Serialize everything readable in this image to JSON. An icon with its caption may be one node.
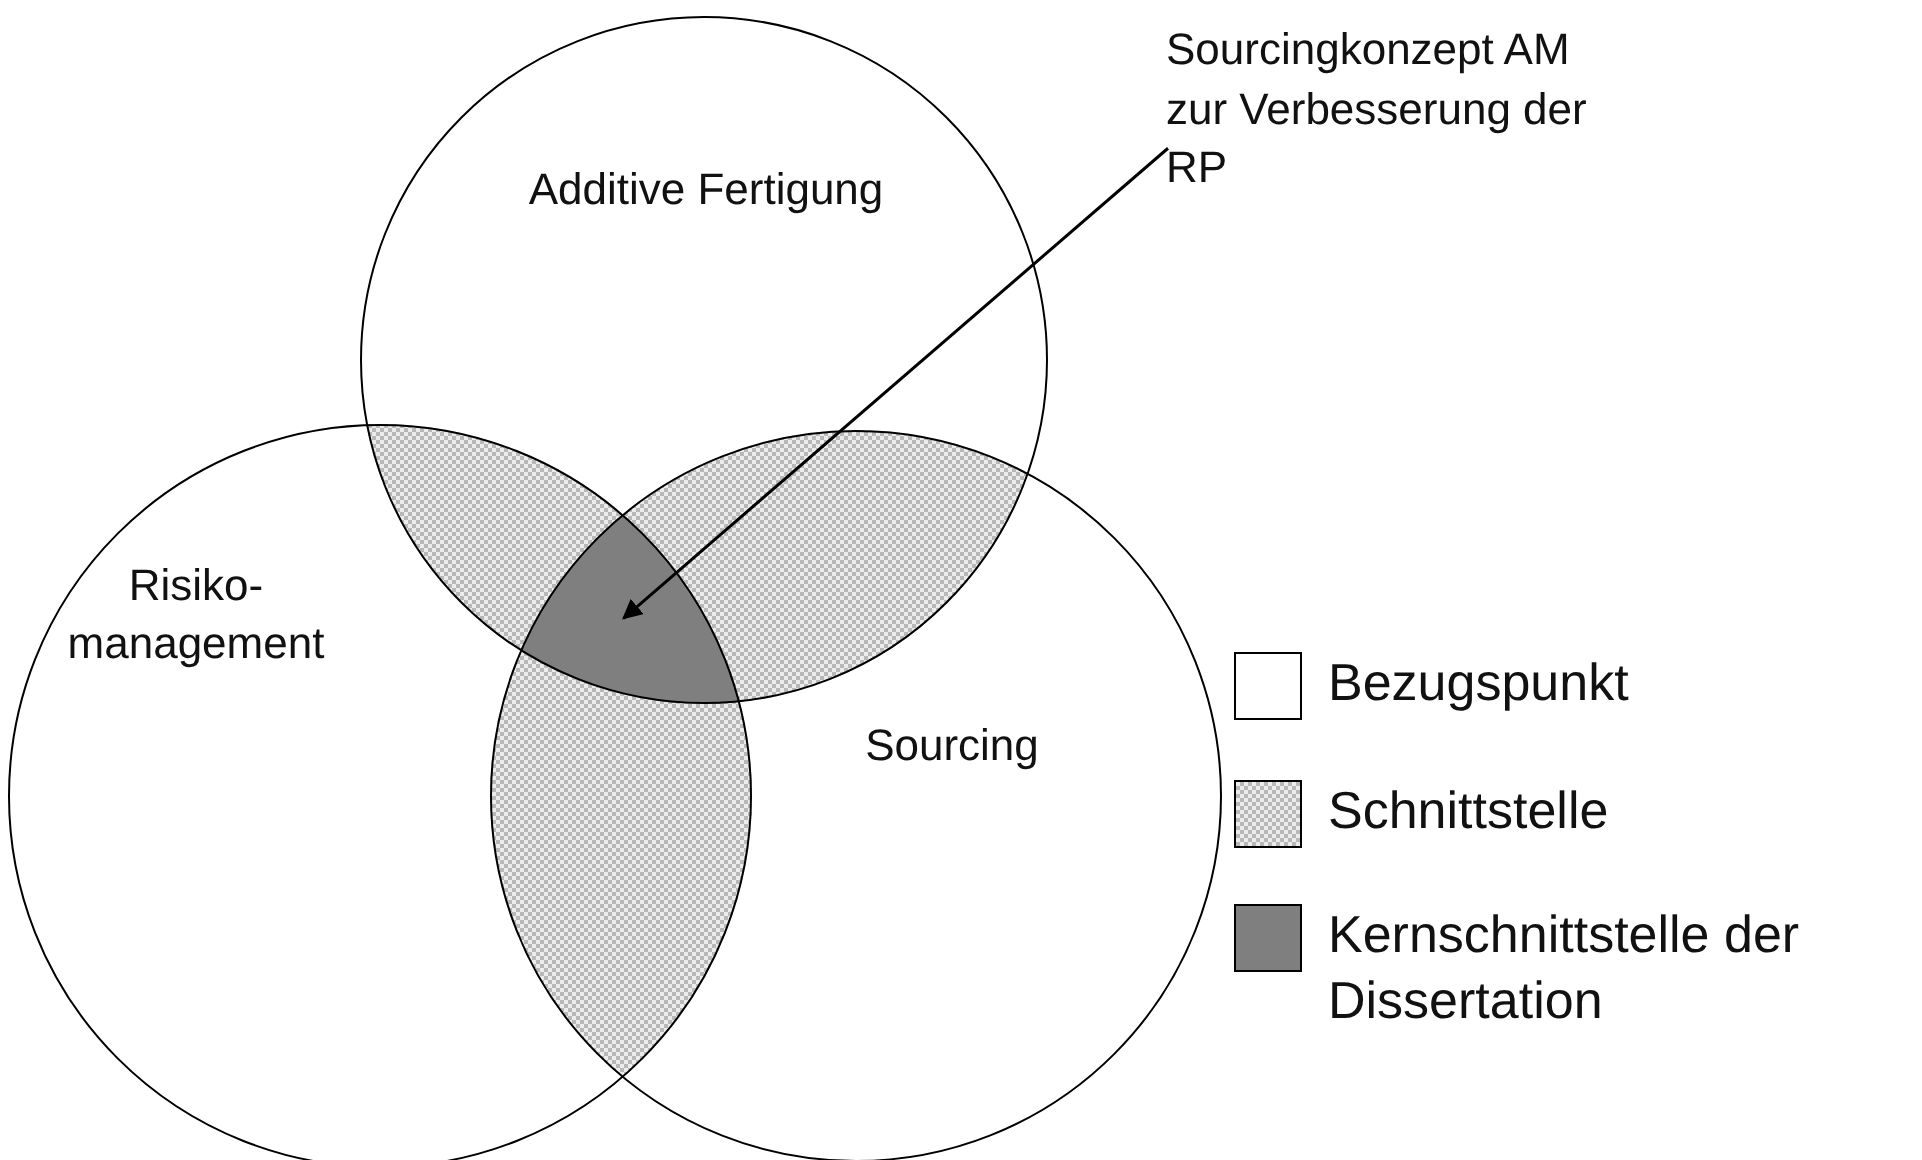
{
  "diagram": {
    "nodes": [
      {
        "text": [
          "Additive Fertigung"
        ]
      },
      {
        "text": [
          "Sourcingkonzept AM zur Verbesserung der RP"
        ]
      },
      {
        "text": [
          "Risiko-management"
        ]
      },
      {
        "text": [
          "Sourcing"
        ]
      },
      {
        "text": [],
        "shape": "area"
      }
    ],
    "edges": [
      {
        "from": 1,
        "to": 4,
        "arrow": "to"
      }
    ],
    "legend": [
      {
        "text": "Bezugspunkt",
        "color": "#ffffff"
      },
      {
        "text": "Schnittstelle"
      },
      {
        "text": "Kernschnittstelle der Dissertation",
        "color": "#7f7f7f"
      }
    ]
  }
}
